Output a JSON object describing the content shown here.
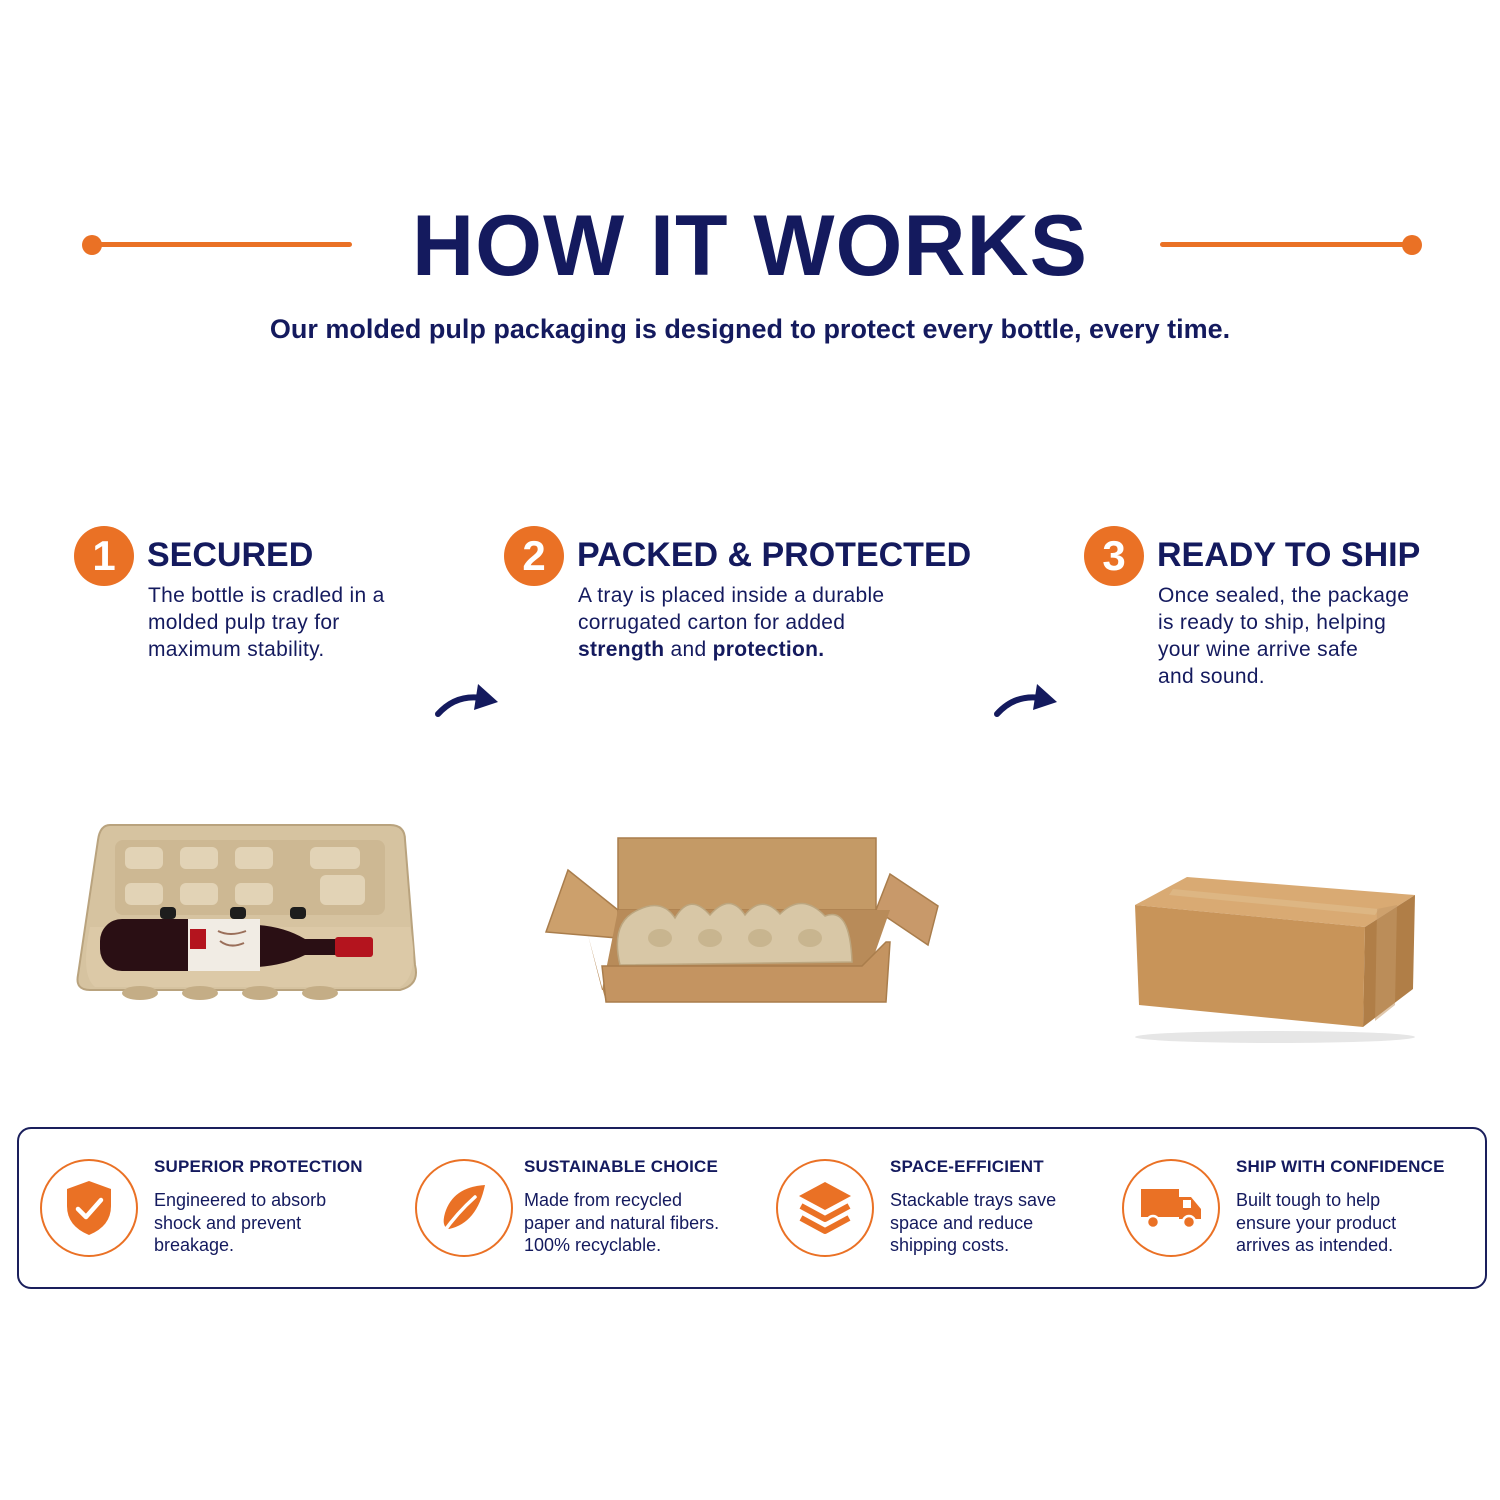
{
  "header": {
    "title": "HOW IT WORKS",
    "subtitle": "Our molded pulp packaging is designed to protect every bottle, every time."
  },
  "steps": [
    {
      "number": "1",
      "title": "SECURED",
      "lines": [
        "The bottle is cradled in a",
        "molded pulp tray for",
        "maximum stability."
      ]
    },
    {
      "number": "2",
      "title": "PACKED & PROTECTED",
      "lines": [
        "A tray is placed inside a durable",
        "corrugated carton for added"
      ],
      "emph_1": "strength",
      "joiner": " and ",
      "emph_2": "protection."
    },
    {
      "number": "3",
      "title": "READY TO SHIP",
      "lines": [
        "Once sealed, the package",
        "is ready to ship, helping",
        "your wine arrive safe",
        "and sound."
      ]
    }
  ],
  "features": [
    {
      "icon": "shield-check-icon",
      "title": "SUPERIOR PROTECTION",
      "lines": [
        "Engineered to absorb",
        "shock and prevent",
        "breakage."
      ]
    },
    {
      "icon": "leaf-icon",
      "title": "SUSTAINABLE CHOICE",
      "lines": [
        "Made from recycled",
        "paper and natural fibers.",
        "100% recyclable."
      ]
    },
    {
      "icon": "layers-icon",
      "title": "SPACE-EFFICIENT",
      "lines": [
        "Stackable trays save",
        "space and reduce",
        "shipping costs."
      ]
    },
    {
      "icon": "truck-icon",
      "title": "SHIP WITH CONFIDENCE",
      "lines": [
        "Built tough to help",
        "ensure your product",
        "arrives as intended."
      ]
    }
  ],
  "colors": {
    "navy": "#141a5e",
    "orange": "#ea7125",
    "pulp": "#d8c7a6",
    "cardboard": "#c69560"
  }
}
